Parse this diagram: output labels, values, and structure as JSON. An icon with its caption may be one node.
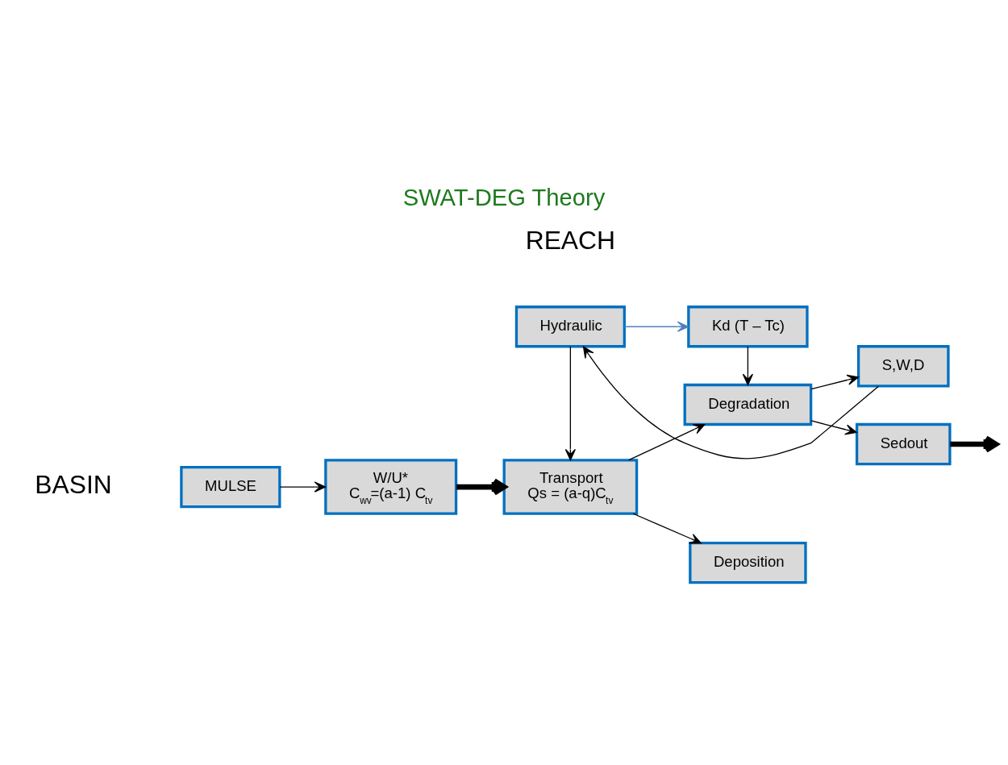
{
  "diagram": {
    "title": "SWAT-DEG Theory",
    "nodes": [
      {
        "text": [
          "MULSE"
        ]
      },
      {
        "text": [
          "W/U*",
          "C$_{wv}$=(a-1) C$_{tv}$"
        ]
      },
      {
        "text": [
          "Transport",
          "Qs = (a-q)C$_{tv}$"
        ]
      },
      {
        "text": [
          "Hydraulic"
        ]
      },
      {
        "text": [
          "Kd (T – Tc)"
        ]
      },
      {
        "text": [
          "Degradation"
        ]
      },
      {
        "text": [
          "Deposition"
        ]
      },
      {
        "text": [
          "S,W,D"
        ]
      },
      {
        "text": [
          "Sedout"
        ]
      }
    ],
    "edges": [
      {
        "from": 0,
        "to": 1,
        "arrow": "to"
      },
      {
        "from": 1,
        "to": 2,
        "arrow": "to",
        "style": "thick"
      },
      {
        "from": 3,
        "to": 2,
        "arrow": "to"
      },
      {
        "from": 3,
        "to": 4,
        "arrow": "to",
        "color": "#4f81bd"
      },
      {
        "from": 4,
        "to": 5,
        "arrow": "to"
      },
      {
        "from": 2,
        "to": 5,
        "arrow": "to"
      },
      {
        "from": 2,
        "to": 6,
        "arrow": "to"
      },
      {
        "from": 5,
        "to": 7,
        "arrow": "to"
      },
      {
        "from": 5,
        "to": 8,
        "arrow": "to"
      },
      {
        "from": 7,
        "to": 3,
        "arrow": "to"
      },
      {
        "from": 8,
        "to": null,
        "arrow": "to",
        "style": "thick"
      }
    ],
    "labels": [
      "REACH",
      "BASIN"
    ]
  }
}
